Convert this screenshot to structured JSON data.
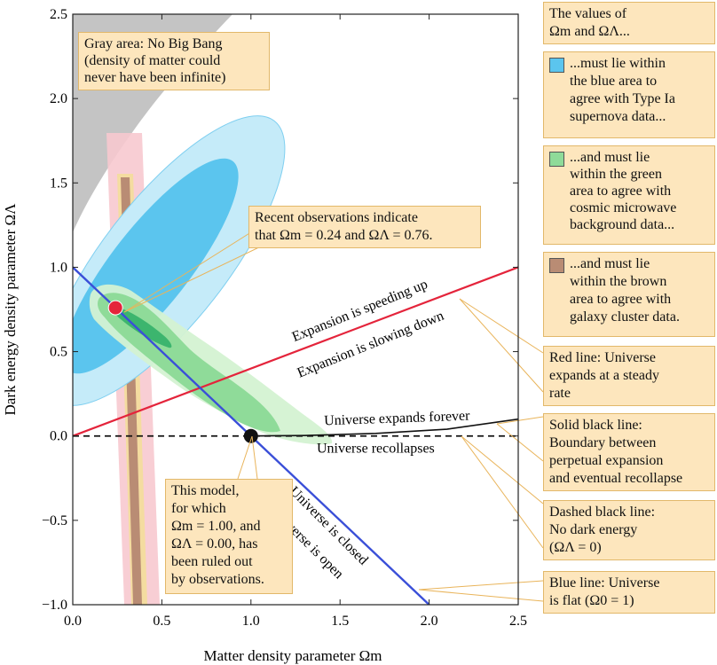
{
  "chart_data": {
    "type": "line",
    "xlabel": "Matter density parameter Ωm",
    "ylabel": "Dark energy density parameter ΩΛ",
    "xlim": [
      0,
      2.5
    ],
    "ylim": [
      -1.0,
      2.5
    ],
    "xticks": [
      0.0,
      0.5,
      1.0,
      1.5,
      2.0,
      2.5
    ],
    "yticks": [
      -1.0,
      -0.5,
      0.0,
      0.5,
      1.0,
      1.5,
      2.0,
      2.5
    ],
    "xtick_labels": [
      "0.0",
      "0.5",
      "1.0",
      "1.5",
      "2.0",
      "2.5"
    ],
    "ytick_labels": [
      "−1.0",
      "−0.5",
      "0.0",
      "0.5",
      "1.0",
      "1.5",
      "2.0",
      "2.5"
    ],
    "series": [
      {
        "role": "red",
        "color": "#e4243b",
        "x": [
          0,
          2.5
        ],
        "y": [
          0,
          1.0
        ]
      },
      {
        "role": "blue",
        "color": "#3a4fd8",
        "x": [
          0,
          2.0
        ],
        "y": [
          1.0,
          -1.0
        ]
      },
      {
        "role": "dashed",
        "color": "#111111",
        "x": [
          0,
          2.5
        ],
        "y": [
          0,
          0
        ]
      },
      {
        "role": "solid-black",
        "color": "#111111",
        "x": [
          1.0,
          1.3,
          1.7,
          2.1,
          2.5
        ],
        "y": [
          0,
          0.003,
          0.015,
          0.04,
          0.1
        ]
      }
    ],
    "points": [
      {
        "x": 0.24,
        "y": 0.76,
        "color": "#e4243b"
      },
      {
        "x": 1.0,
        "y": 0.0,
        "color": "#111111"
      }
    ],
    "line_labels": [
      {
        "text": "Expansion is speeding up",
        "x": 1.62,
        "y": 0.72,
        "angle": -22
      },
      {
        "text": "Expansion is slowing down",
        "x": 1.68,
        "y": 0.52,
        "angle": -22
      },
      {
        "text": "Universe expands forever",
        "x": 1.82,
        "y": 0.08,
        "angle": -2
      },
      {
        "text": "Universe recollapses",
        "x": 1.7,
        "y": -0.1,
        "angle": 0
      },
      {
        "text": "Universe is closed",
        "x": 1.42,
        "y": -0.55,
        "angle": 45
      },
      {
        "text": "Universe is open",
        "x": 1.3,
        "y": -0.65,
        "angle": 45
      }
    ],
    "colors": {
      "gray_area": "#c4c4c4",
      "blue_outer": "#c5ebf9",
      "blue_inner": "#5bc5ee",
      "green_outer": "#d4f2d2",
      "green_inner": "#8fdb99",
      "green_core": "#3cb56e",
      "pink_band": "#f7c9cf",
      "yellow_band": "#f4dca0",
      "brown_band": "#b98c74"
    }
  },
  "callouts": {
    "gray": [
      "Gray area: No Big Bang",
      "(density of matter could",
      "never have been infinite)"
    ],
    "recent": [
      "Recent observations indicate",
      "that Ωm = 0.24 and ΩΛ = 0.76."
    ],
    "model": [
      "This model,",
      "for which",
      "Ωm = 1.00, and",
      "ΩΛ = 0.00, has",
      "been ruled out",
      "by observations."
    ]
  },
  "legend": {
    "intro": [
      "The values of",
      "Ωm and ΩΛ..."
    ],
    "blue": [
      "...must lie within",
      "the blue area to",
      "agree with Type Ia",
      "supernova data..."
    ],
    "green": [
      "...and must lie",
      "within the green",
      "area to agree with",
      "cosmic microwave",
      "background data..."
    ],
    "brown": [
      "...and must lie",
      "within the brown",
      "area to agree with",
      "galaxy cluster data."
    ],
    "red_line": [
      "Red line: Universe",
      "expands at a steady",
      "rate"
    ],
    "solid_line": [
      "Solid black line:",
      "Boundary between",
      "perpetual expansion",
      "and eventual recollapse"
    ],
    "dashed_line": [
      "Dashed black line:",
      "No dark energy",
      "(ΩΛ = 0)"
    ],
    "blue_line": [
      "Blue line: Universe",
      "is flat (Ω0 = 1)"
    ]
  }
}
